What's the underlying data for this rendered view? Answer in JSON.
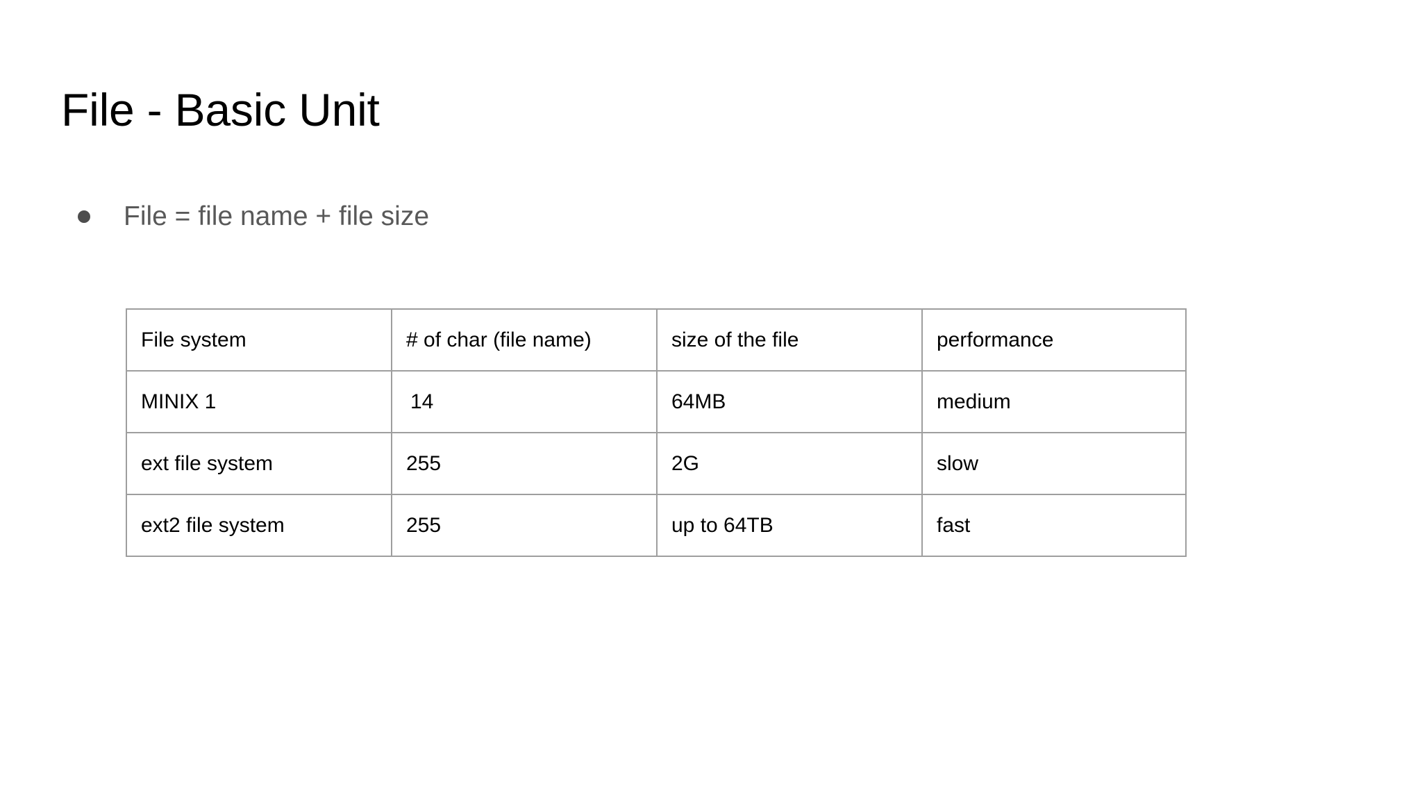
{
  "slide": {
    "title": "File - Basic Unit",
    "bullets": [
      {
        "marker": "bullet-dot",
        "text": "File = file name + file size"
      }
    ]
  },
  "table": {
    "headers": [
      "File system",
      "# of char (file name)",
      "size of the file",
      "performance"
    ],
    "rows": [
      {
        "file_system": "MINIX 1",
        "num_chars": "14",
        "file_size": "64MB",
        "performance": "medium"
      },
      {
        "file_system": "ext file system",
        "num_chars": "255",
        "file_size": "2G",
        "performance": "slow"
      },
      {
        "file_system": "ext2 file system",
        "num_chars": "255",
        "file_size": "up to 64TB",
        "performance": "fast"
      }
    ]
  },
  "colors": {
    "title_text": "#000000",
    "bullet_text": "#595959",
    "bullet_marker": "#4d4d4d",
    "table_border": "#9e9e9e",
    "table_text": "#000000",
    "background": "#ffffff"
  }
}
